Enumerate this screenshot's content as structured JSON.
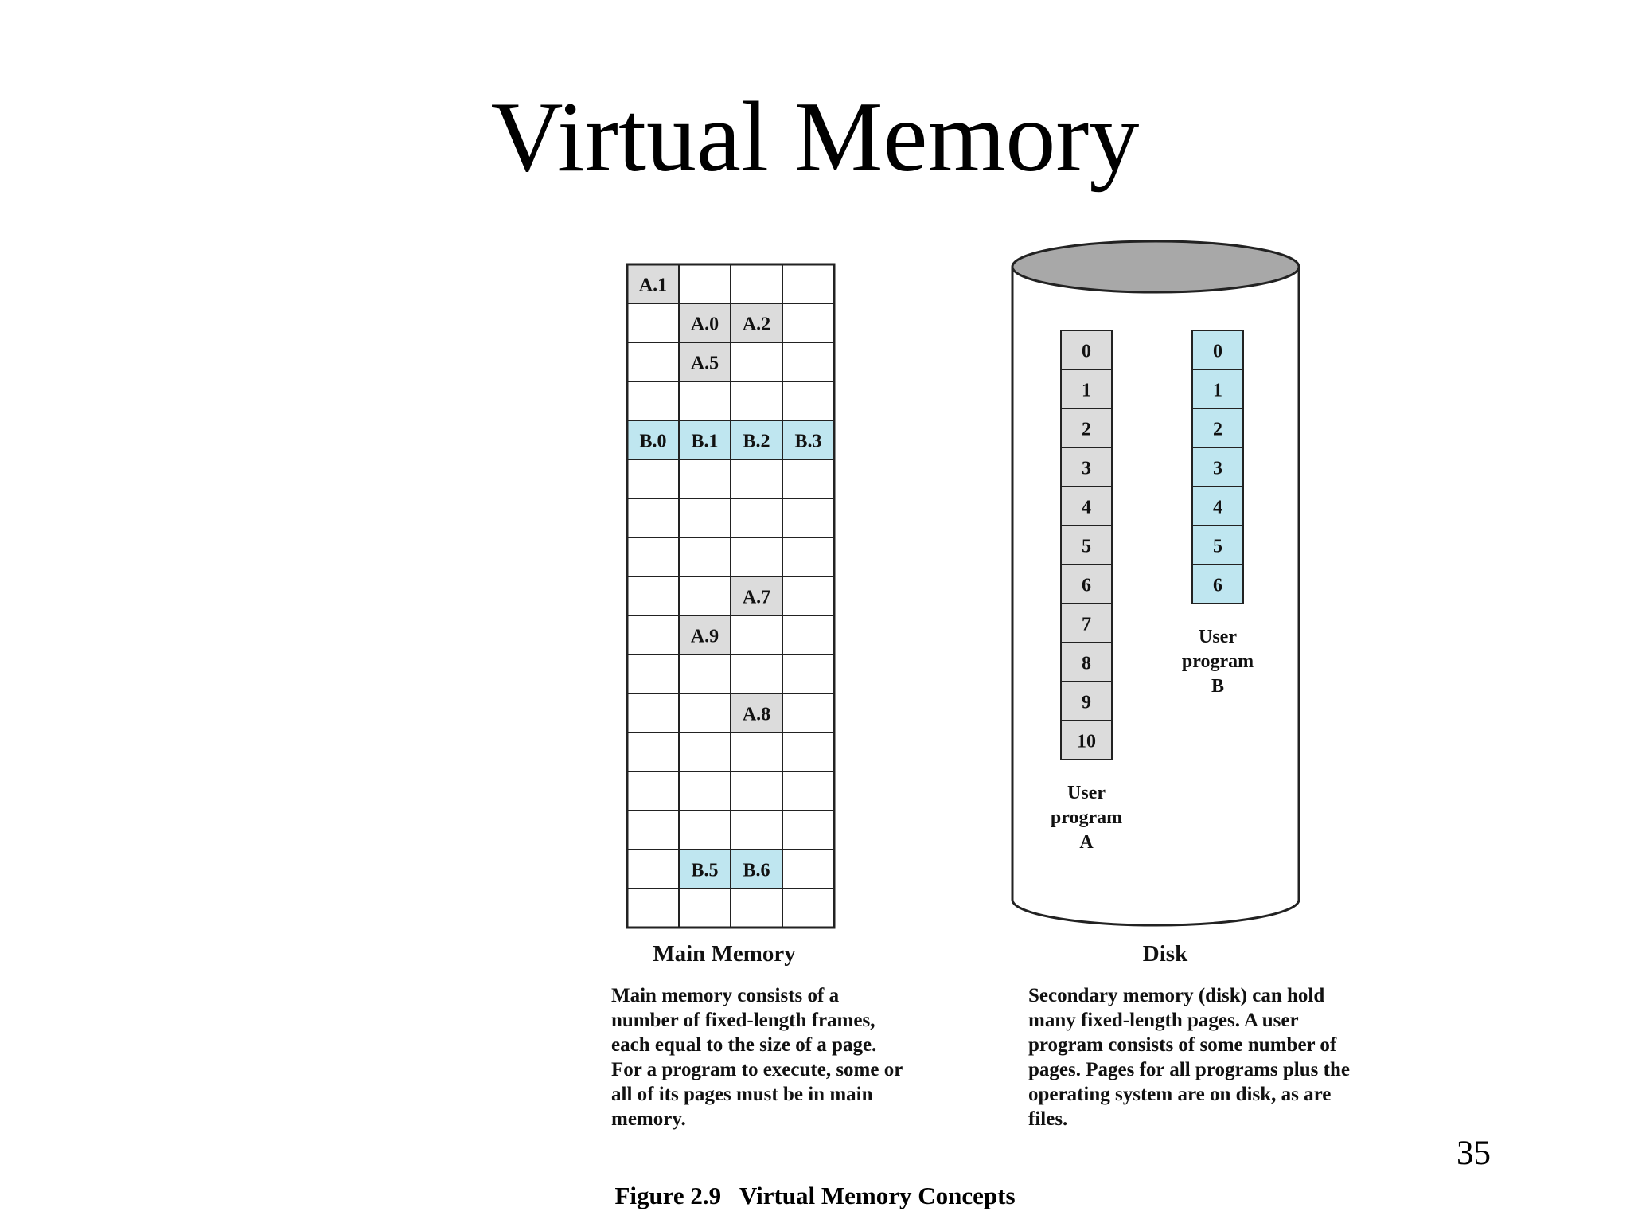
{
  "slide": {
    "title": "Virtual Memory",
    "page_number": "35",
    "caption": "Figure 2.9   Virtual Memory Concepts"
  },
  "colors": {
    "program_a": "#dcdcdc",
    "program_b": "#bfe6f0",
    "empty": "#ffffff",
    "disk_top": "#a8a8a8"
  },
  "main_memory": {
    "label": "Main Memory",
    "columns": 4,
    "rows": [
      [
        "A.1",
        "",
        "",
        ""
      ],
      [
        "",
        "A.0",
        "A.2",
        ""
      ],
      [
        "",
        "A.5",
        "",
        ""
      ],
      [
        "",
        "",
        "",
        ""
      ],
      [
        "B.0",
        "B.1",
        "B.2",
        "B.3"
      ],
      [
        "",
        "",
        "",
        ""
      ],
      [
        "",
        "",
        "",
        ""
      ],
      [
        "",
        "",
        "",
        ""
      ],
      [
        "",
        "",
        "A.7",
        ""
      ],
      [
        "",
        "A.9",
        "",
        ""
      ],
      [
        "",
        "",
        "",
        ""
      ],
      [
        "",
        "",
        "A.8",
        ""
      ],
      [
        "",
        "",
        "",
        ""
      ],
      [
        "",
        "",
        "",
        ""
      ],
      [
        "",
        "",
        "",
        ""
      ],
      [
        "",
        "B.5",
        "B.6",
        ""
      ],
      [
        "",
        "",
        "",
        ""
      ]
    ],
    "description": "Main memory consists of a number of fixed-length frames, each equal to the size of a page. For a program to execute, some or all of its pages must be in main memory."
  },
  "disk": {
    "label": "Disk",
    "program_a": {
      "pages": [
        "0",
        "1",
        "2",
        "3",
        "4",
        "5",
        "6",
        "7",
        "8",
        "9",
        "10"
      ],
      "label_lines": [
        "User",
        "program",
        "A"
      ]
    },
    "program_b": {
      "pages": [
        "0",
        "1",
        "2",
        "3",
        "4",
        "5",
        "6"
      ],
      "label_lines": [
        "User",
        "program",
        "B"
      ]
    },
    "description": "Secondary memory (disk) can hold many fixed-length pages. A user program consists of some number of pages. Pages for all programs plus the operating system are on disk, as are files."
  }
}
